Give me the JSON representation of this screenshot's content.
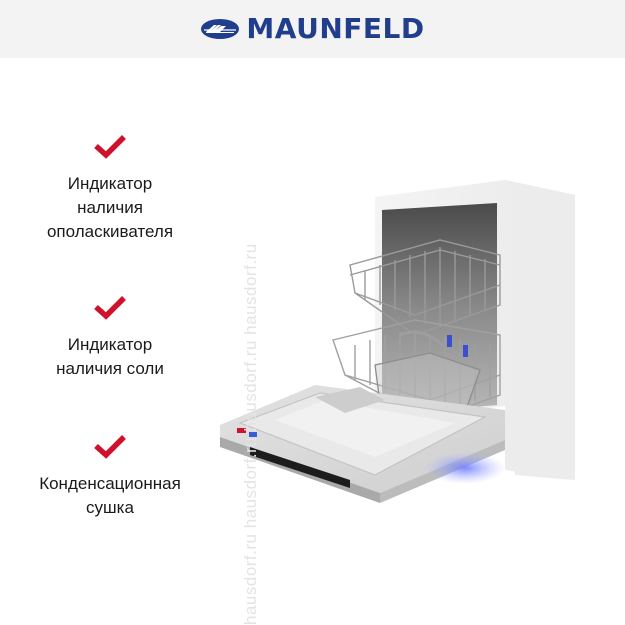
{
  "header": {
    "brand": "MAUNFELD",
    "brand_color": "#213e8c",
    "background": "#f3f3f3"
  },
  "features": [
    {
      "icon": "checkmark-icon",
      "lines": [
        "Индикатор",
        "наличия",
        "ополаскивателя"
      ]
    },
    {
      "icon": "checkmark-icon",
      "lines": [
        "Индикатор",
        "наличия соли"
      ]
    },
    {
      "icon": "checkmark-icon",
      "lines": [
        "Конденсационная",
        "сушка"
      ]
    }
  ],
  "accent_color": "#d0112b",
  "product": {
    "description": "Built-in dishwasher with open door and pulled-out racks"
  },
  "watermark": {
    "text": "hausdorf.ru   hausdorf.ru   hausdorf.ru   hausdorf.ru"
  }
}
